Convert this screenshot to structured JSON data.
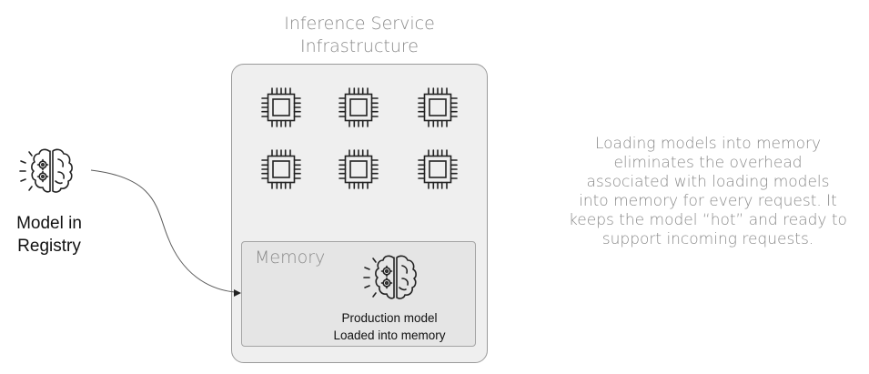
{
  "infrastructure": {
    "title_lines": [
      "Inference Service",
      "Infrastructure"
    ]
  },
  "memory": {
    "label": "Memory",
    "model_caption_lines": [
      "Production model",
      "Loaded into memory"
    ]
  },
  "registry": {
    "label_lines": [
      "Model in",
      "Registry"
    ]
  },
  "description": {
    "lines": [
      "Loading models into memory",
      "eliminates the overhead",
      "associated with loading models",
      "into memory for every request. It",
      "keeps the model “hot” and ready to",
      "support incoming requests."
    ]
  },
  "icons": {
    "cpu": "cpu-chip-icon",
    "brain": "brain-gear-icon"
  },
  "colors": {
    "muted_text": "#8a8a8a",
    "box_fill": "#efefef",
    "memory_fill": "#e5e5e5",
    "icon_stroke": "#222222"
  }
}
